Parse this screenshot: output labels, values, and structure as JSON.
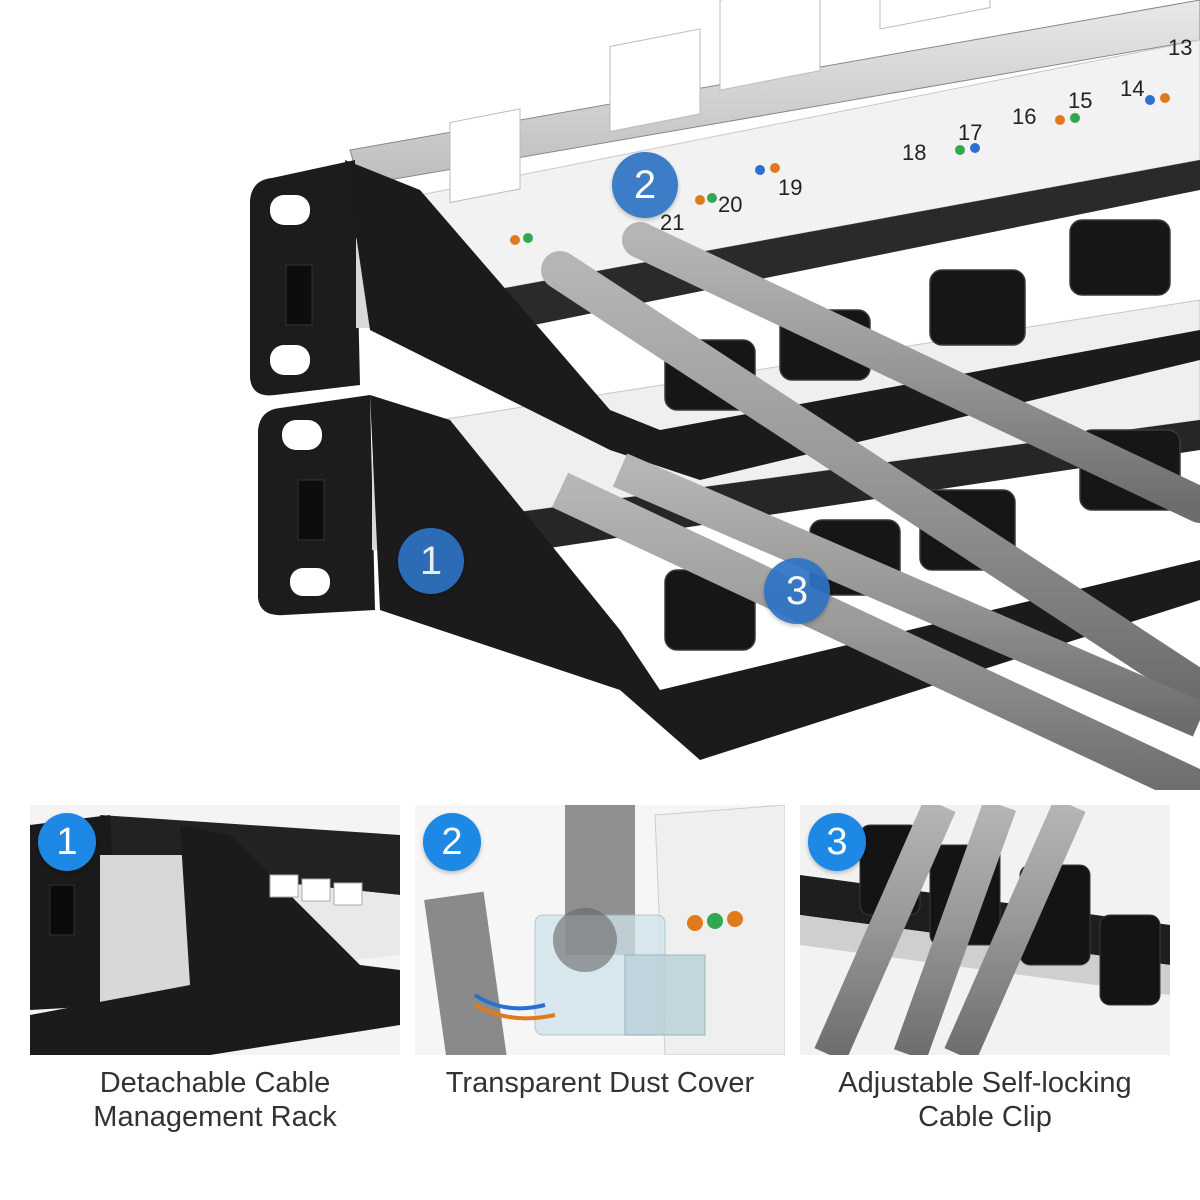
{
  "hero": {
    "callouts": [
      "1",
      "2",
      "3"
    ],
    "port_numbers": [
      "13",
      "14",
      "15",
      "16",
      "17",
      "18",
      "19",
      "20",
      "21"
    ]
  },
  "features": [
    {
      "badge": "1",
      "caption_line1": "Detachable Cable",
      "caption_line2": "Management Rack"
    },
    {
      "badge": "2",
      "caption_line1": "Transparent Dust Cover",
      "caption_line2": ""
    },
    {
      "badge": "3",
      "caption_line1": "Adjustable Self-locking",
      "caption_line2": "Cable Clip"
    }
  ],
  "colors": {
    "badge": "#1e88e5",
    "bracket": "#1b1b1b",
    "cable": "#8e8e8e",
    "caption": "#333333"
  }
}
